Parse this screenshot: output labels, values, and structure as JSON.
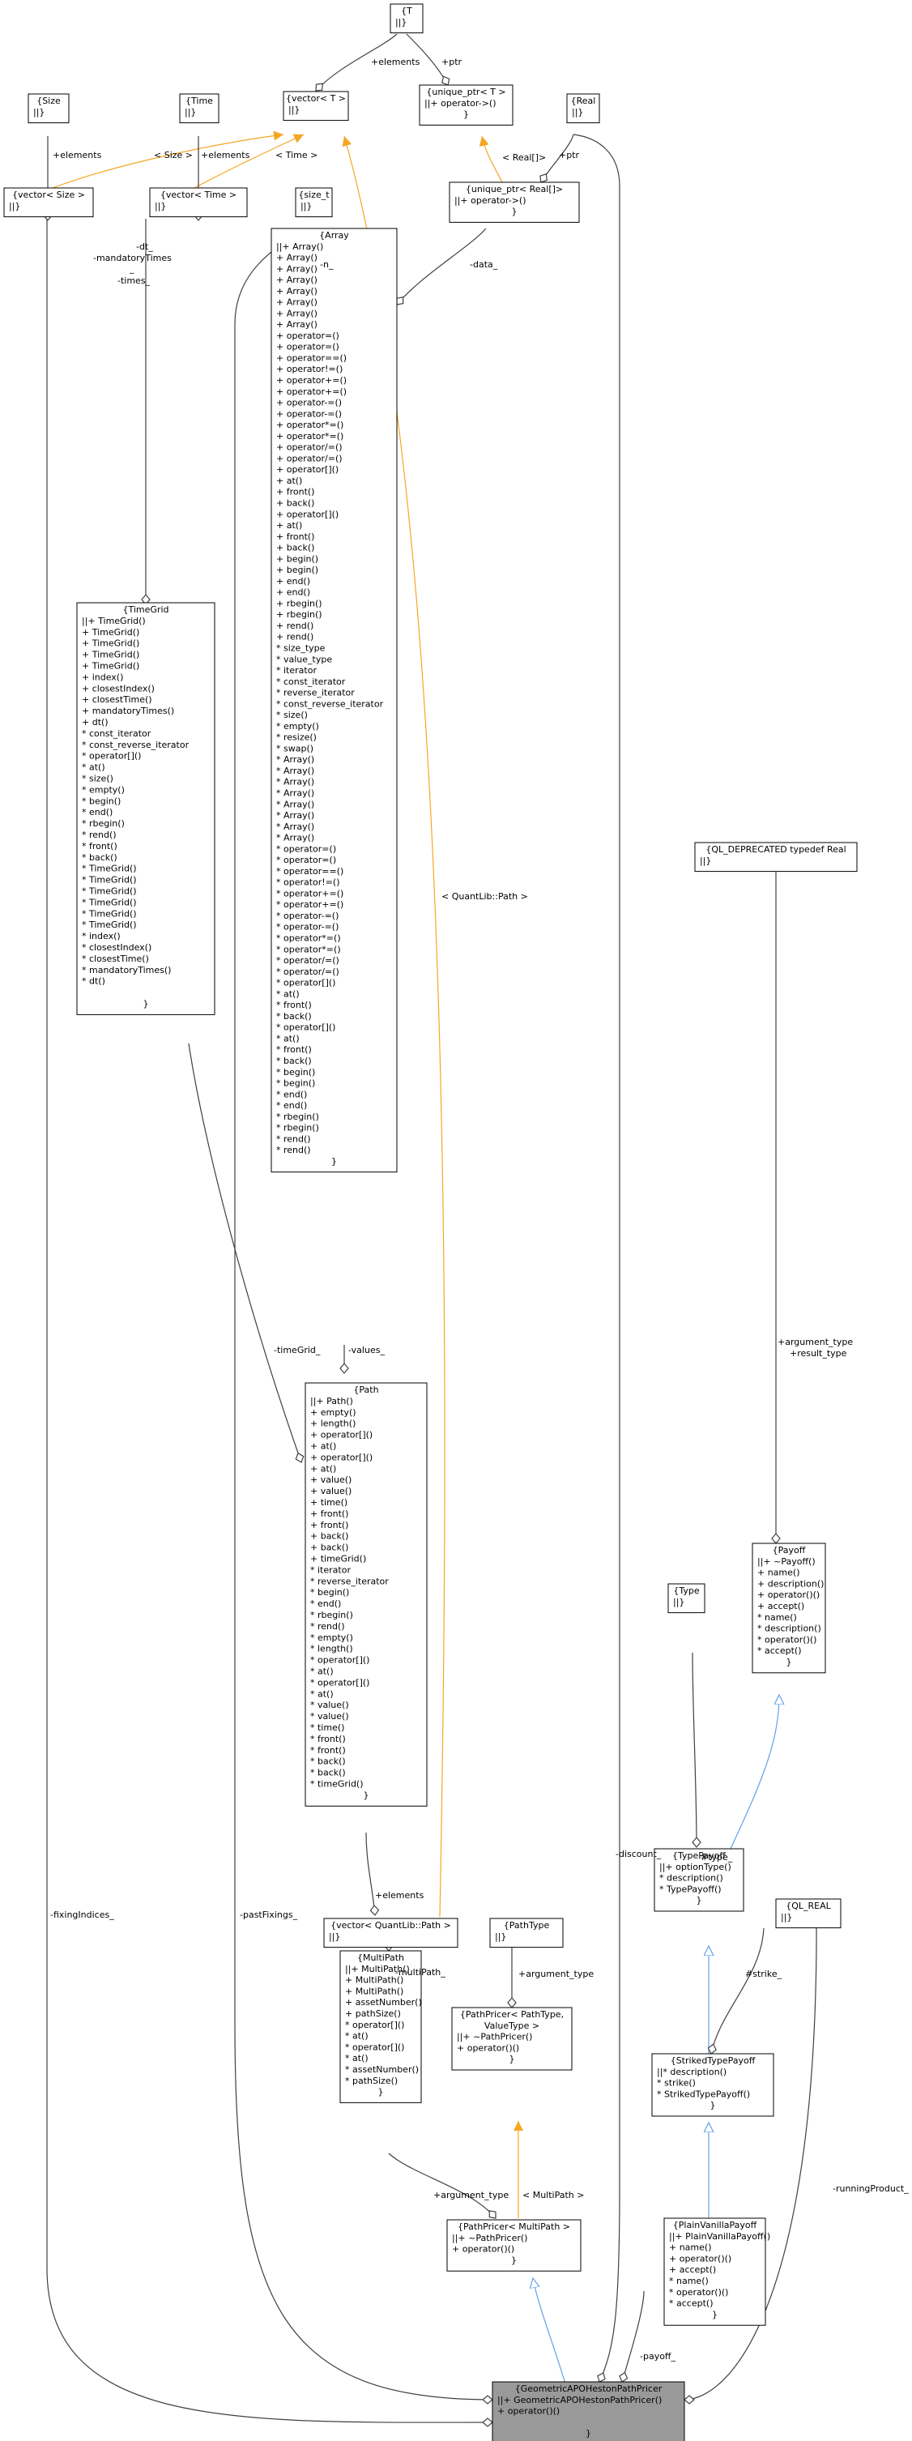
{
  "colors": {
    "assoc": "#404040",
    "template": "#f5a623",
    "inherit": "#63a2e8",
    "main_fill": "#999999",
    "node_fill": "#ffffff"
  },
  "nodes": [
    {
      "id": "T",
      "lines": [
        "{T",
        "||}"
      ]
    },
    {
      "id": "vectorT",
      "lines": [
        "{vector< T >",
        "||}"
      ]
    },
    {
      "id": "unique_ptrT",
      "lines": [
        "{unique_ptr< T >",
        "||+ operator->()",
        "}"
      ]
    },
    {
      "id": "Real",
      "lines": [
        "{Real",
        "||}"
      ]
    },
    {
      "id": "Size",
      "lines": [
        "{Size",
        "||}"
      ]
    },
    {
      "id": "Time",
      "lines": [
        "{Time",
        "||}"
      ]
    },
    {
      "id": "vectorSize",
      "lines": [
        "{vector< Size >",
        "||}"
      ]
    },
    {
      "id": "vectorTime",
      "lines": [
        "{vector< Time >",
        "||}"
      ]
    },
    {
      "id": "size_t",
      "lines": [
        "{size_t",
        "||}"
      ]
    },
    {
      "id": "unique_ptrReal",
      "lines": [
        "{unique_ptr< Real[]>",
        "||+ operator->()",
        "}"
      ]
    },
    {
      "id": "Array",
      "lines": [
        "{Array",
        "||+ Array()",
        "+ Array()",
        "+ Array()",
        "+ Array()",
        "+ Array()",
        "+ Array()",
        "+ Array()",
        "+ Array()",
        "+ operator=()",
        "+ operator=()",
        "+ operator==()",
        "+ operator!=()",
        "+ operator+=()",
        "+ operator+=()",
        "+ operator-=()",
        "+ operator-=()",
        "+ operator*=()",
        "+ operator*=()",
        "+ operator/=()",
        "+ operator/=()",
        "+ operator[]()",
        "+ at()",
        "+ front()",
        "+ back()",
        "+ operator[]()",
        "+ at()",
        "+ front()",
        "+ back()",
        "+ begin()",
        "+ begin()",
        "+ end()",
        "+ end()",
        "+ rbegin()",
        "+ rbegin()",
        "+ rend()",
        "+ rend()",
        "* size_type",
        "* value_type",
        "* iterator",
        "* const_iterator",
        "* reverse_iterator",
        "* const_reverse_iterator",
        "* size()",
        "* empty()",
        "* resize()",
        "* swap()",
        "* Array()",
        "* Array()",
        "* Array()",
        "* Array()",
        "* Array()",
        "* Array()",
        "* Array()",
        "* Array()",
        "* operator=()",
        "* operator=()",
        "* operator==()",
        "* operator!=()",
        "* operator+=()",
        "* operator+=()",
        "* operator-=()",
        "* operator-=()",
        "* operator*=()",
        "* operator*=()",
        "* operator/=()",
        "* operator/=()",
        "* operator[]()",
        "* at()",
        "* front()",
        "* back()",
        "* operator[]()",
        "* at()",
        "* front()",
        "* back()",
        "* begin()",
        "* begin()",
        "* end()",
        "* end()",
        "* rbegin()",
        "* rbegin()",
        "* rend()",
        "* rend()",
        "}"
      ]
    },
    {
      "id": "TimeGrid",
      "lines": [
        "{TimeGrid",
        "||+ TimeGrid()",
        "+ TimeGrid()",
        "+ TimeGrid()",
        "+ TimeGrid()",
        "+ TimeGrid()",
        "+ index()",
        "+ closestIndex()",
        "+ closestTime()",
        "+ mandatoryTimes()",
        "+ dt()",
        "* const_iterator",
        "* const_reverse_iterator",
        "* operator[]()",
        "* at()",
        "* size()",
        "* empty()",
        "* begin()",
        "* end()",
        "* rbegin()",
        "* rend()",
        "* front()",
        "* back()",
        "* TimeGrid()",
        "* TimeGrid()",
        "* TimeGrid()",
        "* TimeGrid()",
        "* TimeGrid()",
        "* TimeGrid()",
        "* index()",
        "* closestIndex()",
        "* closestTime()",
        "* mandatoryTimes()",
        "* dt()",
        "",
        "}"
      ]
    },
    {
      "id": "QLDeprecatedReal",
      "lines": [
        "{QL_DEPRECATED typedef Real",
        "||}"
      ]
    },
    {
      "id": "Path",
      "lines": [
        "{Path",
        "||+ Path()",
        "+ empty()",
        "+ length()",
        "+ operator[]()",
        "+ at()",
        "+ operator[]()",
        "+ at()",
        "+ value()",
        "+ value()",
        "+ time()",
        "+ front()",
        "+ front()",
        "+ back()",
        "+ back()",
        "+ timeGrid()",
        "* iterator",
        "* reverse_iterator",
        "* begin()",
        "* end()",
        "* rbegin()",
        "* rend()",
        "* empty()",
        "* length()",
        "* operator[]()",
        "* at()",
        "* operator[]()",
        "* at()",
        "* value()",
        "* value()",
        "* time()",
        "* front()",
        "* front()",
        "* back()",
        "* back()",
        "* timeGrid()",
        "}"
      ]
    },
    {
      "id": "Payoff",
      "lines": [
        "{Payoff",
        "||+ ~Payoff()",
        "+ name()",
        "+ description()",
        "+ operator()()",
        "+ accept()",
        "* name()",
        "* description()",
        "* operator()()",
        "* accept()",
        "}"
      ]
    },
    {
      "id": "Type",
      "lines": [
        "{Type",
        "||}"
      ]
    },
    {
      "id": "vectorPath",
      "lines": [
        "{vector< QuantLib::Path >",
        "||}"
      ]
    },
    {
      "id": "PathType",
      "lines": [
        "{PathType",
        "||}"
      ]
    },
    {
      "id": "TypePayoff",
      "lines": [
        "{TypePayoff",
        "||+ optionType()",
        "* description()",
        "* TypePayoff()",
        "}"
      ]
    },
    {
      "id": "QL_REAL",
      "lines": [
        "{QL_REAL",
        "||}"
      ]
    },
    {
      "id": "MultiPath",
      "lines": [
        "{MultiPath",
        "||+ MultiPath()",
        "+ MultiPath()",
        "+ MultiPath()",
        "+ assetNumber()",
        "+ pathSize()",
        "* operator[]()",
        "* at()",
        "* operator[]()",
        "* at()",
        "* assetNumber()",
        "* pathSize()",
        "}"
      ]
    },
    {
      "id": "PathPricerTmpl",
      "lines": [
        "{PathPricer< PathType,",
        "ValueType >",
        "||+ ~PathPricer()",
        "+ operator()()",
        "}"
      ]
    },
    {
      "id": "StrikedTypePayoff",
      "lines": [
        "{StrikedTypePayoff",
        "||* description()",
        "* strike()",
        "* StrikedTypePayoff()",
        "}"
      ]
    },
    {
      "id": "PlainVanillaPayoff",
      "lines": [
        "{PlainVanillaPayoff",
        "||+ PlainVanillaPayoff()",
        "+ name()",
        "+ operator()()",
        "+ accept()",
        "* name()",
        "* operator()()",
        "* accept()",
        "}"
      ]
    },
    {
      "id": "PathPricerMP",
      "lines": [
        "{PathPricer< MultiPath >",
        "||+ ~PathPricer()",
        "+ operator()()",
        "}"
      ]
    },
    {
      "id": "Main",
      "lines": [
        "{GeometricAPOHestonPathPricer",
        "||+ GeometricAPOHestonPathPricer()",
        "+ operator()()",
        "",
        "}"
      ]
    }
  ],
  "edge_labels": [
    {
      "id": "L_elements_T",
      "text": "+elements"
    },
    {
      "id": "L_ptr_T",
      "text": "+ptr"
    },
    {
      "id": "L_size_tmpl",
      "text": "< Size >"
    },
    {
      "id": "L_time_tmpl",
      "text": "< Time >"
    },
    {
      "id": "L_real_tmpl",
      "text": "< Real[]>"
    },
    {
      "id": "L_ptr_real",
      "text": "+ptr"
    },
    {
      "id": "L_elements_size",
      "text": "+elements"
    },
    {
      "id": "L_elements_time",
      "text": "+elements"
    },
    {
      "id": "L_n",
      "text": "-n_"
    },
    {
      "id": "L_data",
      "text": "-data_"
    },
    {
      "id": "L_dt",
      "text": "-dt_"
    },
    {
      "id": "L_mandatory",
      "text": "-mandatoryTimes"
    },
    {
      "id": "L_mandatory2",
      "text": "_"
    },
    {
      "id": "L_times",
      "text": "-times_"
    },
    {
      "id": "L_path_tmpl",
      "text": "< QuantLib::Path >"
    },
    {
      "id": "L_argtype1",
      "text": "+argument_type"
    },
    {
      "id": "L_resulttype",
      "text": "+result_type"
    },
    {
      "id": "L_timegrid",
      "text": "-timeGrid_"
    },
    {
      "id": "L_values",
      "text": "-values_"
    },
    {
      "id": "L_elements_path",
      "text": "+elements"
    },
    {
      "id": "L_type",
      "text": "#type_"
    },
    {
      "id": "L_strike",
      "text": "#strike_"
    },
    {
      "id": "L_multipath",
      "text": "-multiPath_"
    },
    {
      "id": "L_argtype2",
      "text": "+argument_type"
    },
    {
      "id": "L_argtype3",
      "text": "+argument_type"
    },
    {
      "id": "L_mp_tmpl",
      "text": "< MultiPath >"
    },
    {
      "id": "L_fixing",
      "text": "-fixingIndices_"
    },
    {
      "id": "L_pastfix",
      "text": "-pastFixings_"
    },
    {
      "id": "L_discount",
      "text": "-discount_"
    },
    {
      "id": "L_running",
      "text": "-runningProduct_"
    },
    {
      "id": "L_payoff",
      "text": "-payoff_"
    }
  ]
}
